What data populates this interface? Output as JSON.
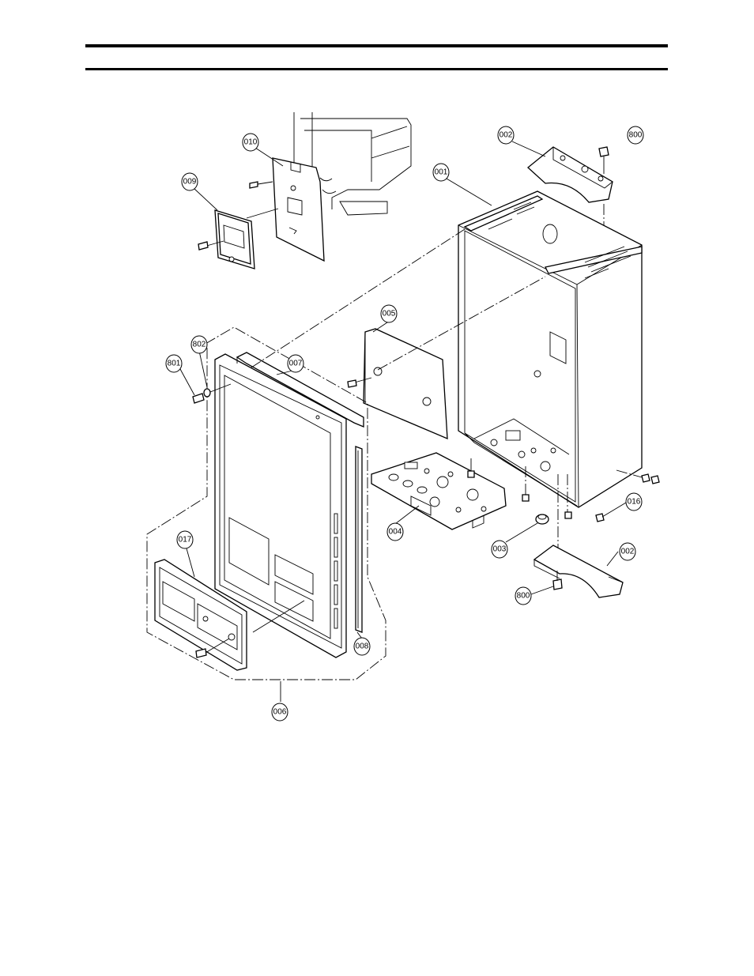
{
  "callouts": {
    "c001": "001",
    "c002_top": "002",
    "c002_bottom": "002",
    "c003": "003",
    "c004": "004",
    "c005": "005",
    "c006": "006",
    "c007": "007",
    "c008": "008",
    "c009": "009",
    "c010": "010",
    "c016": "016",
    "c017": "017",
    "c800_top": "800",
    "c800_bottom": "800",
    "c801": "801",
    "c802": "802"
  },
  "colors": {
    "ink": "#000000",
    "paper": "#ffffff"
  }
}
